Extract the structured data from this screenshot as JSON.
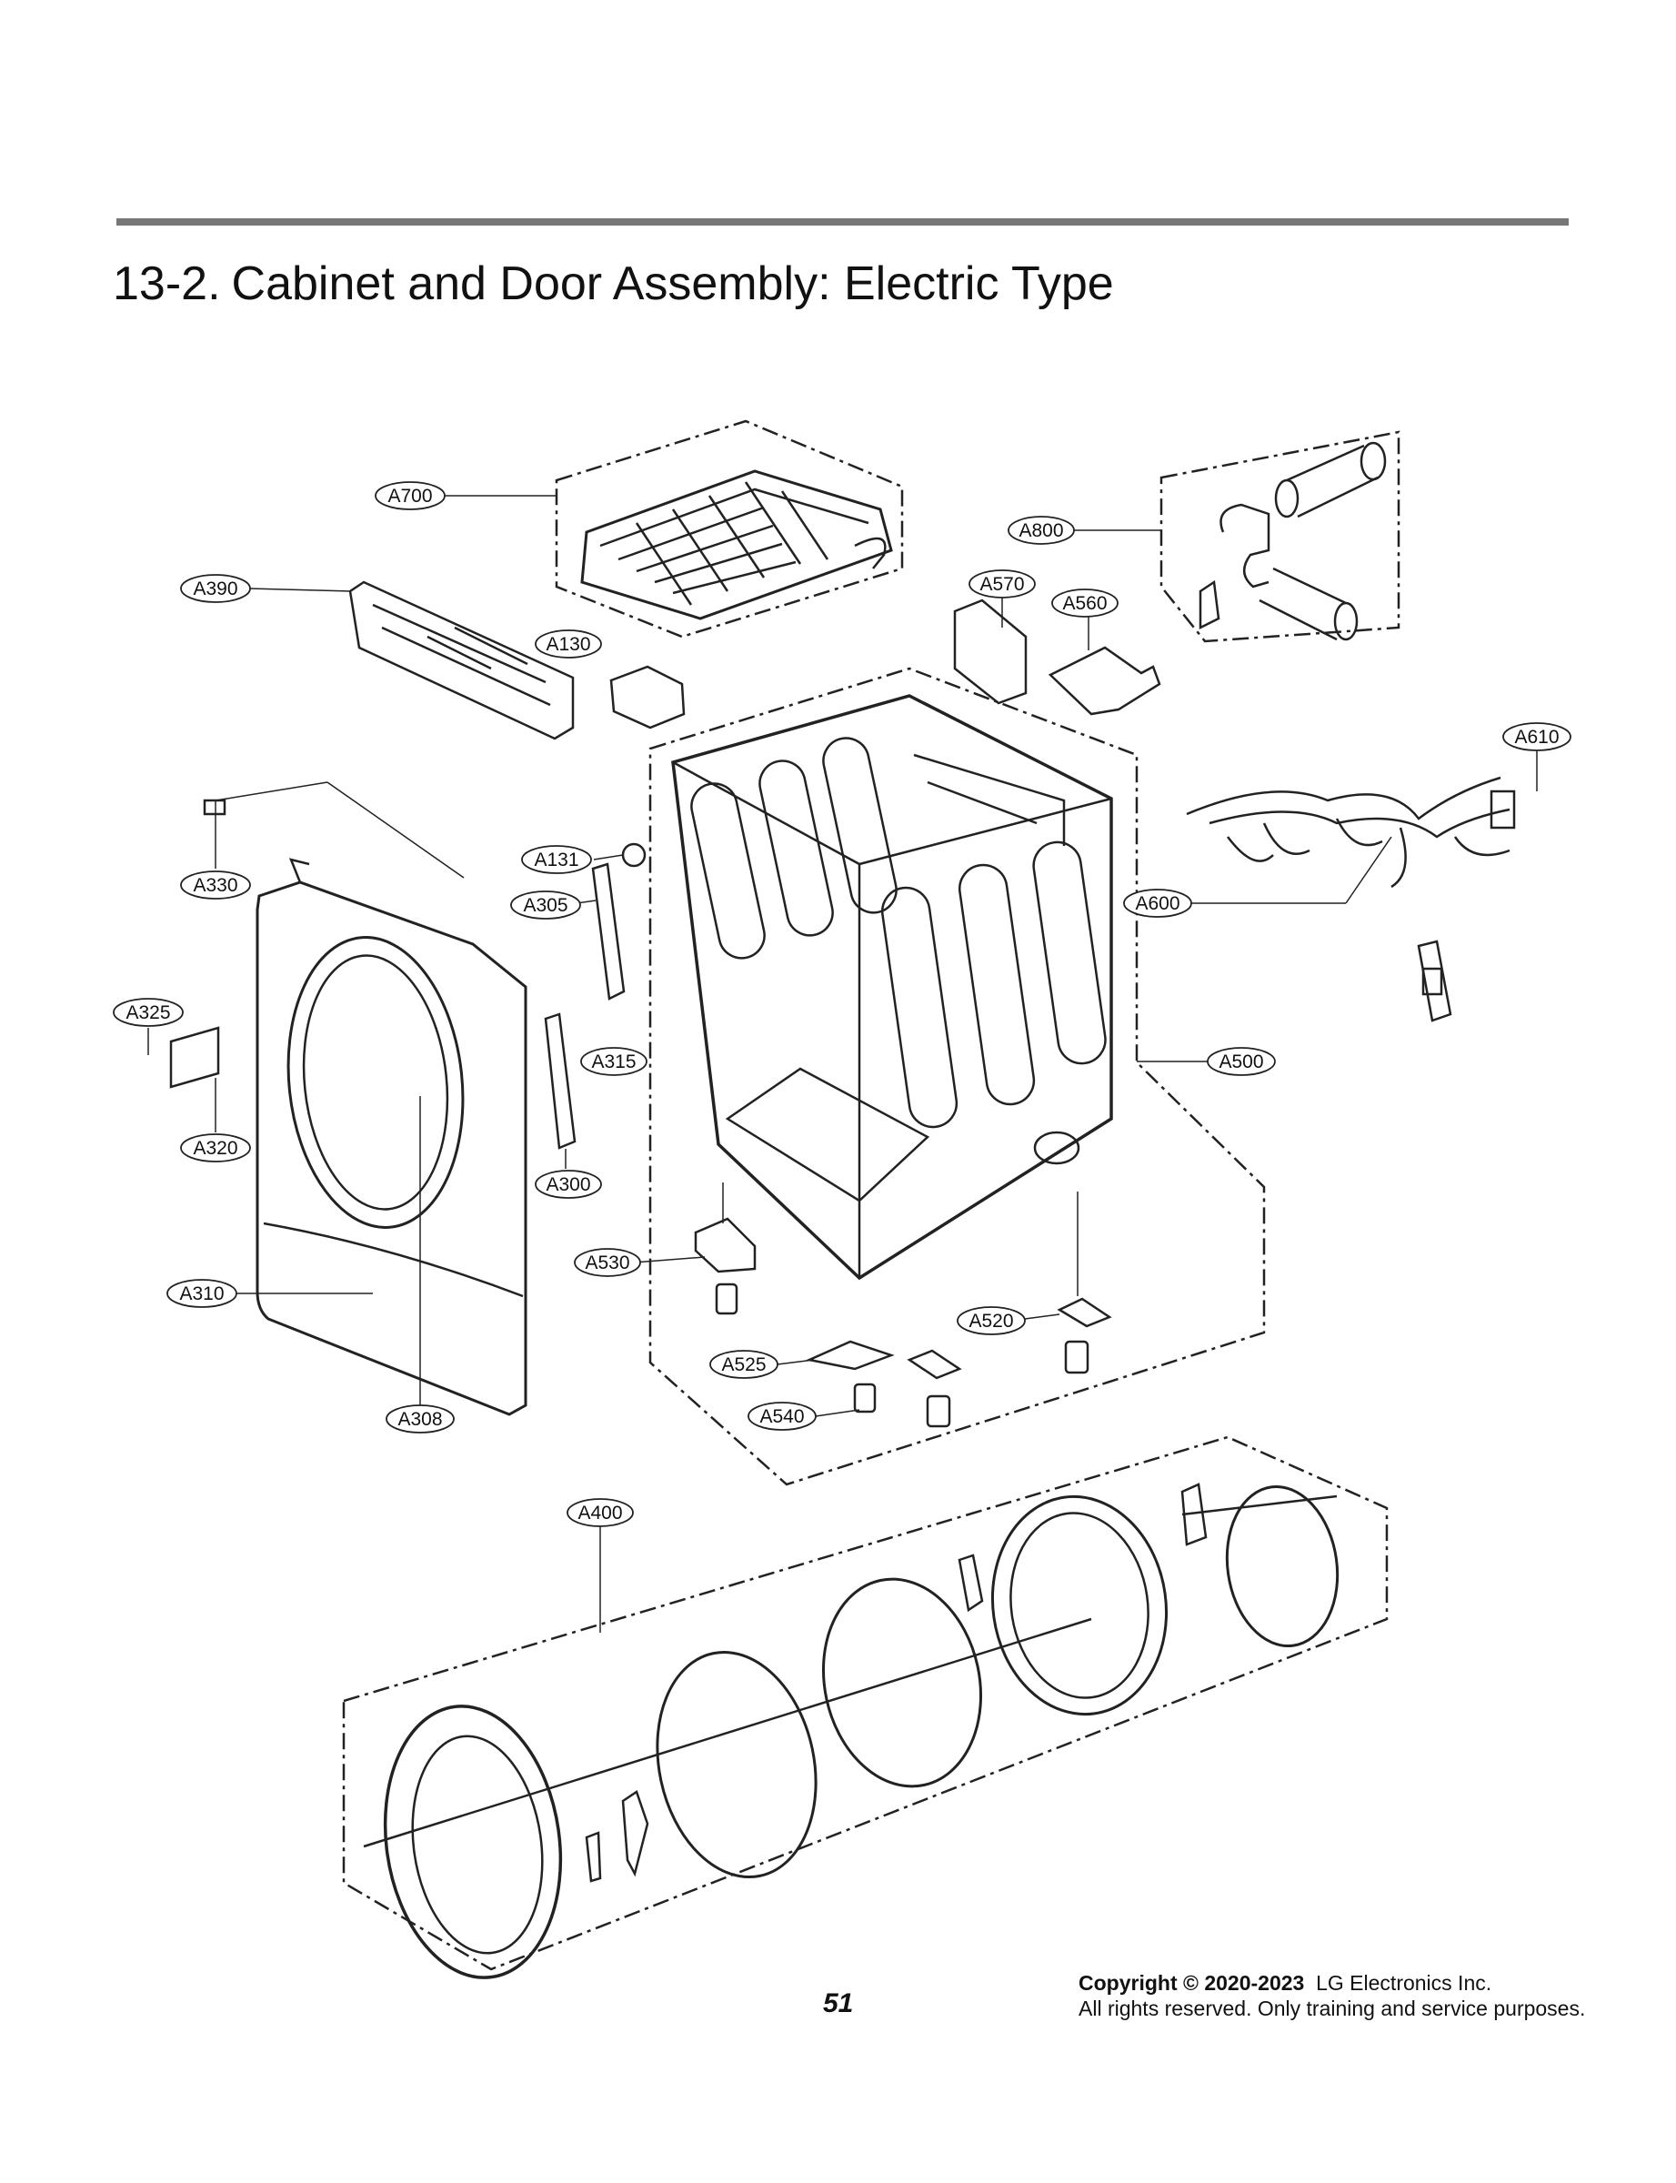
{
  "header": {
    "section_number": "13-2.",
    "section_title": "Cabinet and Door Assembly: Electric Type"
  },
  "diagram": {
    "part_labels": [
      "A700",
      "A800",
      "A390",
      "A570",
      "A560",
      "A130",
      "A610",
      "A131",
      "A330",
      "A305",
      "A600",
      "A325",
      "A315",
      "A500",
      "A320",
      "A300",
      "A530",
      "A310",
      "A520",
      "A525",
      "A308",
      "A540",
      "A400"
    ]
  },
  "footer": {
    "page_number": "51",
    "copyright_prefix": "Copyright © 2020-2023",
    "copyright_company": "LG Electronics Inc.",
    "rights_text": "All rights reserved. Only training and service purposes."
  }
}
